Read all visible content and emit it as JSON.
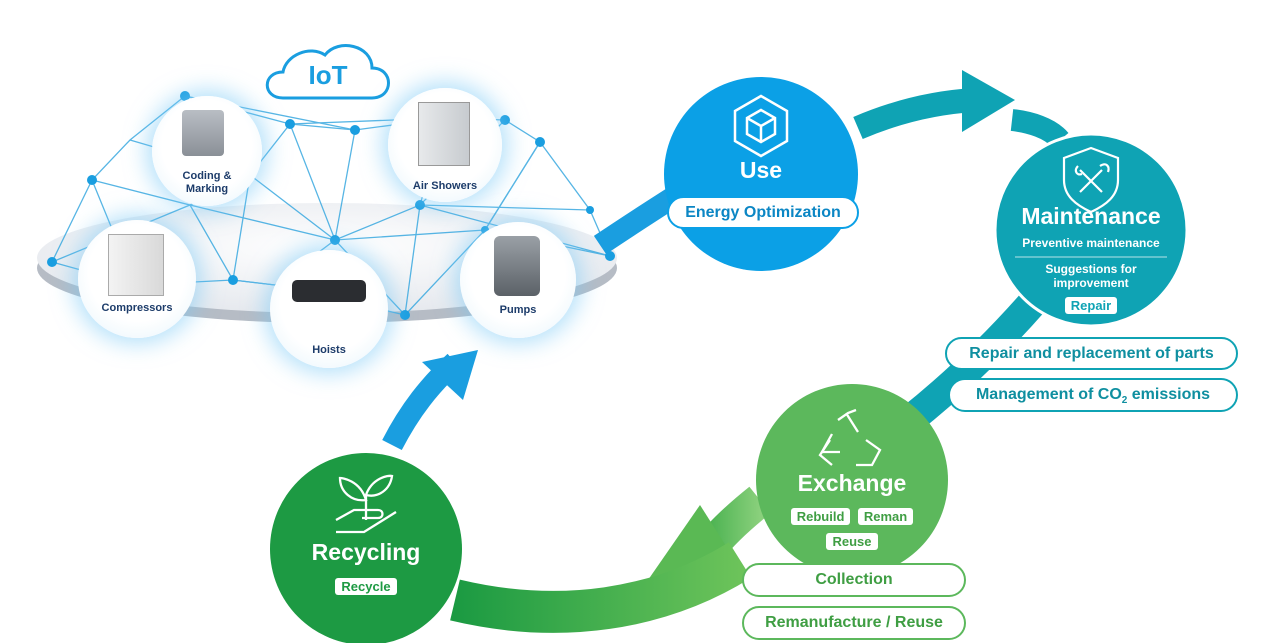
{
  "iot": {
    "label": "IoT"
  },
  "devices": {
    "coding": "Coding &\nMarking",
    "air": "Air Showers",
    "compressors": "Compressors",
    "hoists": "Hoists",
    "pumps": "Pumps"
  },
  "use": {
    "title": "Use",
    "pill": "Energy Optimization"
  },
  "maintenance": {
    "title": "Maintenance",
    "sub1": "Preventive maintenance",
    "sub2": "Suggestions for improvement",
    "tag": "Repair",
    "pill1": "Repair and replacement of parts",
    "pill2_a": "Management of CO",
    "pill2_sub": "2",
    "pill2_b": " emissions"
  },
  "exchange": {
    "title": "Exchange",
    "tag1": "Rebuild",
    "tag2": "Reman",
    "tag3": "Reuse",
    "pill1": "Collection",
    "pill2": "Remanufacture / Reuse"
  },
  "recycling": {
    "title": "Recycling",
    "tag": "Recycle"
  },
  "colors": {
    "use": "#0ba0e6",
    "maintenance": "#0fa3b4",
    "exchange": "#5cb85c",
    "recycling": "#1d9a43",
    "network": "#3aa9e0"
  }
}
